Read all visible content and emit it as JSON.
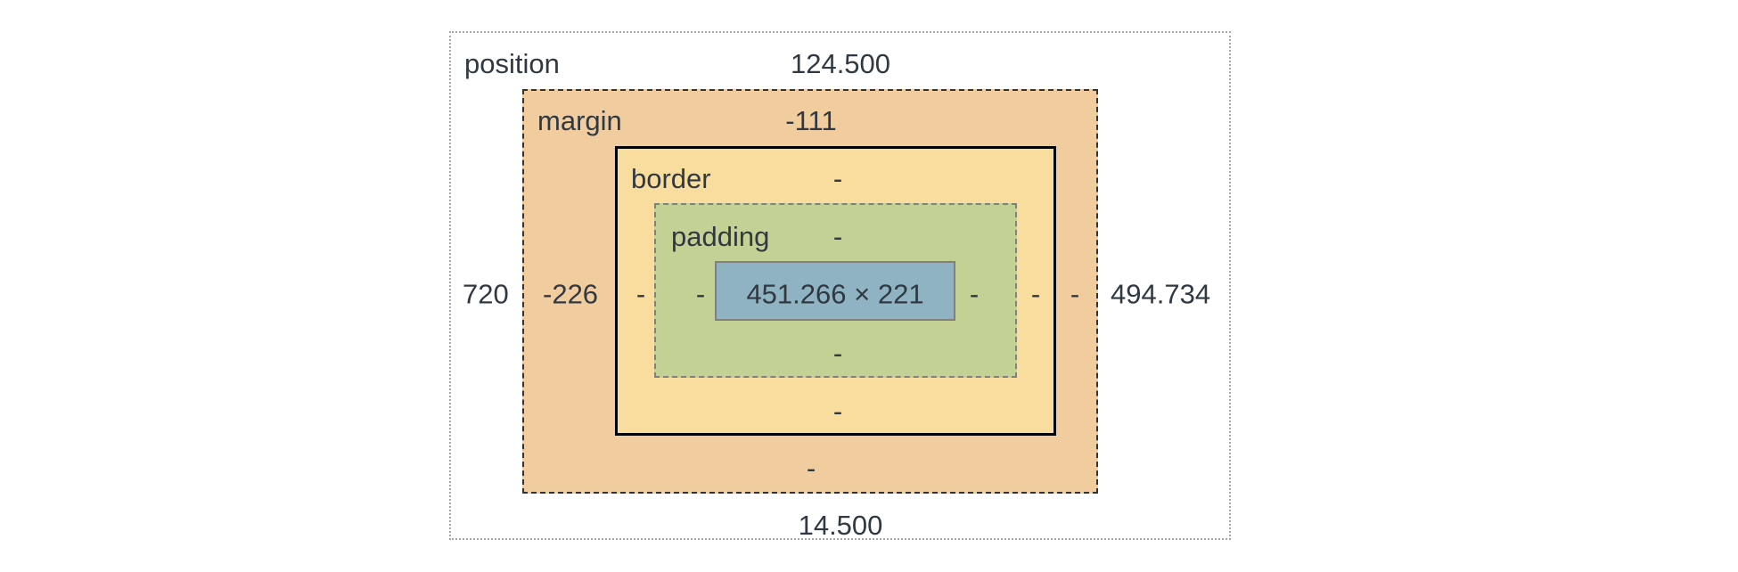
{
  "position": {
    "label": "position",
    "top": "124.500",
    "bottom": "14.500",
    "left": "720",
    "right": "494.734"
  },
  "margin": {
    "label": "margin",
    "top": "-111",
    "bottom": "-",
    "left": "-226",
    "right": "-"
  },
  "border": {
    "label": "border",
    "top": "-",
    "bottom": "-",
    "left": "-",
    "right": "-"
  },
  "padding": {
    "label": "padding",
    "top": "-",
    "bottom": "-",
    "left": "-",
    "right": "-"
  },
  "content": {
    "size": "451.266 × 221"
  },
  "colors": {
    "margin": "#f1cc9f",
    "border": "#f8dd9f",
    "padding": "#c4d194",
    "content": "#8fb3c2"
  }
}
